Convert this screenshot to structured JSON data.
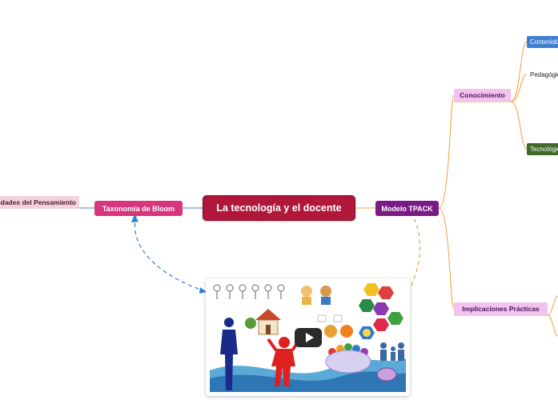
{
  "central_topic": "La tecnología y el docente",
  "left_branch": {
    "label": "Taxonomía de Bloom",
    "child_label": "Habilidades del Pensamiento"
  },
  "right_branch": {
    "label": "Modelo TPACK",
    "conocimiento": {
      "label": "Conocimiento",
      "items": [
        "Contenido",
        "Pedagógico",
        "Tecnológico"
      ]
    },
    "implicaciones": {
      "label": "Implicaciones Prácticas"
    }
  },
  "media": {
    "type": "video-thumbnail",
    "icon": "play-icon"
  },
  "colors": {
    "central": "#b0173a",
    "bloom": "#d7357c",
    "tpack": "#7a1a85",
    "conocimiento": "#f2c3ee",
    "contenido": "#3f7fd0",
    "tecnologico": "#3f6a2a",
    "connector_orange": "#f0a040",
    "connector_blue": "#3b7fd4",
    "dashed_link": "#2f7fd6"
  }
}
